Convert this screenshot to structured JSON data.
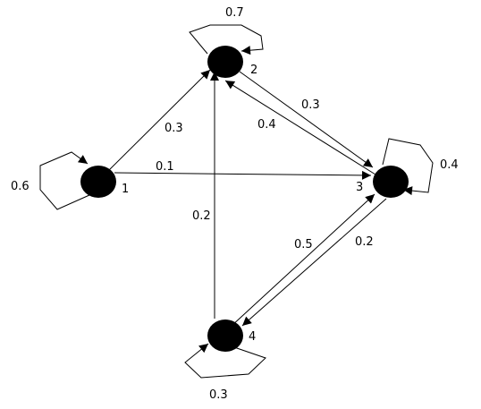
{
  "nodes": [
    {
      "id": "1",
      "label": "1"
    },
    {
      "id": "2",
      "label": "2"
    },
    {
      "id": "3",
      "label": "3"
    },
    {
      "id": "4",
      "label": "4"
    }
  ],
  "edges": [
    {
      "from": "1",
      "to": "1",
      "label": "0.6"
    },
    {
      "from": "1",
      "to": "2",
      "label": "0.3"
    },
    {
      "from": "1",
      "to": "3",
      "label": "0.1"
    },
    {
      "from": "2",
      "to": "2",
      "label": "0.7"
    },
    {
      "from": "2",
      "to": "3",
      "label": "0.3"
    },
    {
      "from": "3",
      "to": "2",
      "label": "0.4"
    },
    {
      "from": "3",
      "to": "3",
      "label": "0.4"
    },
    {
      "from": "3",
      "to": "4",
      "label": "0.2"
    },
    {
      "from": "4",
      "to": "2",
      "label": "0.2"
    },
    {
      "from": "4",
      "to": "3",
      "label": "0.5"
    },
    {
      "from": "4",
      "to": "4",
      "label": "0.3"
    }
  ]
}
